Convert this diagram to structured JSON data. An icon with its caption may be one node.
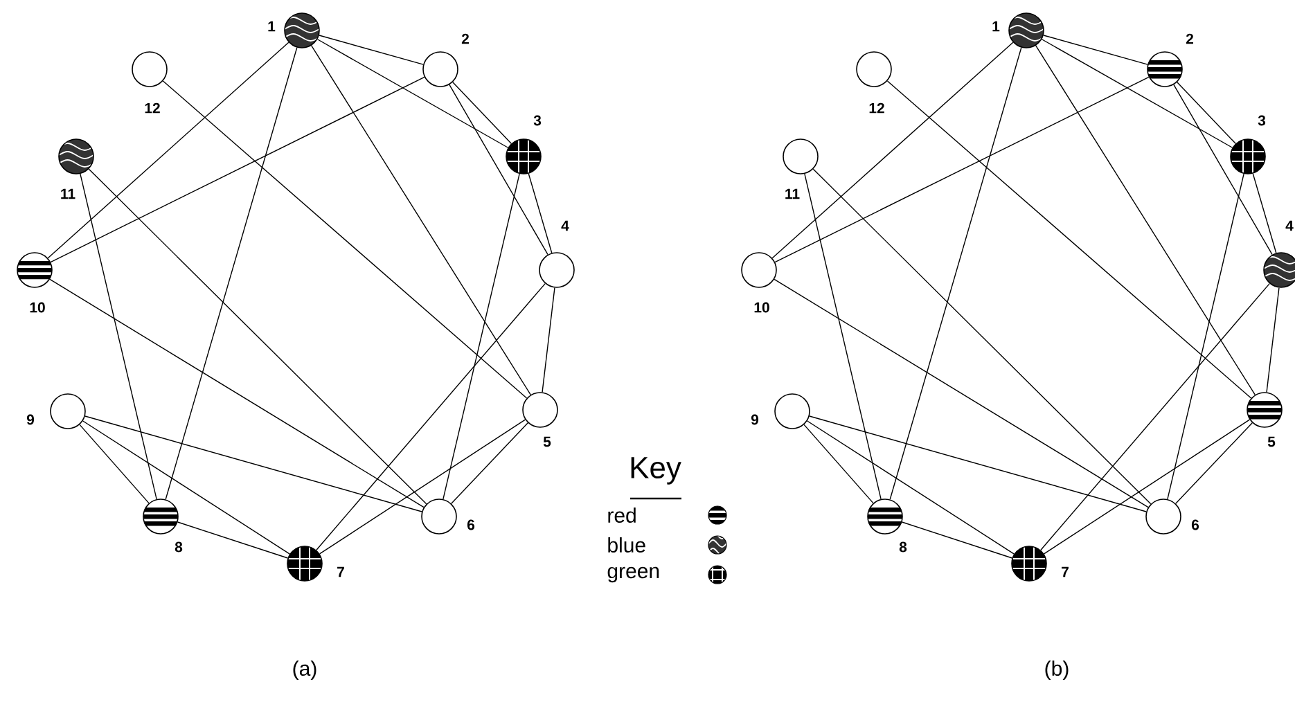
{
  "diagram": {
    "nodes": [
      {
        "text": [],
        "shape": "circle",
        "beside": [
          "1"
        ]
      },
      {
        "text": [],
        "shape": "circle",
        "beside": [
          "2"
        ]
      },
      {
        "text": [],
        "shape": "circle",
        "beside": [
          "3"
        ]
      },
      {
        "text": [],
        "shape": "circle",
        "beside": [
          "4"
        ]
      },
      {
        "text": [],
        "shape": "circle",
        "beside": [
          "5"
        ]
      },
      {
        "text": [],
        "shape": "circle",
        "beside": [
          "6"
        ]
      },
      {
        "text": [],
        "shape": "circle",
        "beside": [
          "7"
        ]
      },
      {
        "text": [],
        "shape": "circle",
        "beside": [
          "8"
        ]
      },
      {
        "text": [],
        "shape": "circle",
        "beside": [
          "9"
        ]
      },
      {
        "text": [],
        "shape": "circle",
        "beside": [
          "10"
        ]
      },
      {
        "text": [],
        "shape": "circle",
        "beside": [
          "11"
        ]
      },
      {
        "text": [],
        "shape": "circle",
        "beside": [
          "12"
        ]
      },
      {
        "text": [],
        "shape": "circle",
        "beside": [
          "1"
        ]
      },
      {
        "text": [],
        "shape": "circle",
        "beside": [
          "2"
        ]
      },
      {
        "text": [],
        "shape": "circle",
        "beside": [
          "3"
        ]
      },
      {
        "text": [],
        "shape": "circle",
        "beside": [
          "4"
        ]
      },
      {
        "text": [],
        "shape": "circle",
        "beside": [
          "5"
        ]
      },
      {
        "text": [],
        "shape": "circle",
        "beside": [
          "6"
        ]
      },
      {
        "text": [],
        "shape": "circle",
        "beside": [
          "7"
        ]
      },
      {
        "text": [],
        "shape": "circle",
        "beside": [
          "8"
        ]
      },
      {
        "text": [],
        "shape": "circle",
        "beside": [
          "9"
        ]
      },
      {
        "text": [],
        "shape": "circle",
        "beside": [
          "10"
        ]
      },
      {
        "text": [],
        "shape": "circle",
        "beside": [
          "11"
        ]
      },
      {
        "text": [],
        "shape": "circle",
        "beside": [
          "12"
        ]
      }
    ],
    "edges": [
      {
        "from": 0,
        "to": 1,
        "arrow": "none"
      },
      {
        "from": 0,
        "to": 2,
        "arrow": "none"
      },
      {
        "from": 0,
        "to": 9,
        "arrow": "none"
      },
      {
        "from": 0,
        "to": 7,
        "arrow": "none"
      },
      {
        "from": 0,
        "to": 4,
        "arrow": "none"
      },
      {
        "from": 1,
        "to": 2,
        "arrow": "none"
      },
      {
        "from": 1,
        "to": 3,
        "arrow": "none"
      },
      {
        "from": 1,
        "to": 9,
        "arrow": "none"
      },
      {
        "from": 2,
        "to": 3,
        "arrow": "none"
      },
      {
        "from": 2,
        "to": 5,
        "arrow": "none"
      },
      {
        "from": 3,
        "to": 4,
        "arrow": "none"
      },
      {
        "from": 3,
        "to": 6,
        "arrow": "none"
      },
      {
        "from": 4,
        "to": 11,
        "arrow": "none"
      },
      {
        "from": 4,
        "to": 6,
        "arrow": "none"
      },
      {
        "from": 4,
        "to": 5,
        "arrow": "none"
      },
      {
        "from": 5,
        "to": 8,
        "arrow": "none"
      },
      {
        "from": 5,
        "to": 10,
        "arrow": "none"
      },
      {
        "from": 5,
        "to": 9,
        "arrow": "none"
      },
      {
        "from": 6,
        "to": 7,
        "arrow": "none"
      },
      {
        "from": 6,
        "to": 8,
        "arrow": "none"
      },
      {
        "from": 7,
        "to": 8,
        "arrow": "none"
      },
      {
        "from": 7,
        "to": 10,
        "arrow": "none"
      },
      {
        "from": 12,
        "to": 13,
        "arrow": "none"
      },
      {
        "from": 12,
        "to": 14,
        "arrow": "none"
      },
      {
        "from": 12,
        "to": 21,
        "arrow": "none"
      },
      {
        "from": 12,
        "to": 19,
        "arrow": "none"
      },
      {
        "from": 12,
        "to": 16,
        "arrow": "none"
      },
      {
        "from": 13,
        "to": 14,
        "arrow": "none"
      },
      {
        "from": 13,
        "to": 15,
        "arrow": "none"
      },
      {
        "from": 13,
        "to": 21,
        "arrow": "none"
      },
      {
        "from": 14,
        "to": 15,
        "arrow": "none"
      },
      {
        "from": 14,
        "to": 17,
        "arrow": "none"
      },
      {
        "from": 15,
        "to": 16,
        "arrow": "none"
      },
      {
        "from": 15,
        "to": 18,
        "arrow": "none"
      },
      {
        "from": 16,
        "to": 23,
        "arrow": "none"
      },
      {
        "from": 16,
        "to": 18,
        "arrow": "none"
      },
      {
        "from": 16,
        "to": 17,
        "arrow": "none"
      },
      {
        "from": 17,
        "to": 20,
        "arrow": "none"
      },
      {
        "from": 17,
        "to": 22,
        "arrow": "none"
      },
      {
        "from": 17,
        "to": 21,
        "arrow": "none"
      },
      {
        "from": 18,
        "to": 19,
        "arrow": "none"
      },
      {
        "from": 18,
        "to": 20,
        "arrow": "none"
      },
      {
        "from": 19,
        "to": 20,
        "arrow": "none"
      },
      {
        "from": 19,
        "to": 22,
        "arrow": "none"
      }
    ],
    "labels": [
      "Key",
      "(a)",
      "(b)"
    ],
    "legend": [
      {
        "text": "red"
      },
      {
        "text": "blue"
      },
      {
        "text": "green"
      }
    ]
  }
}
